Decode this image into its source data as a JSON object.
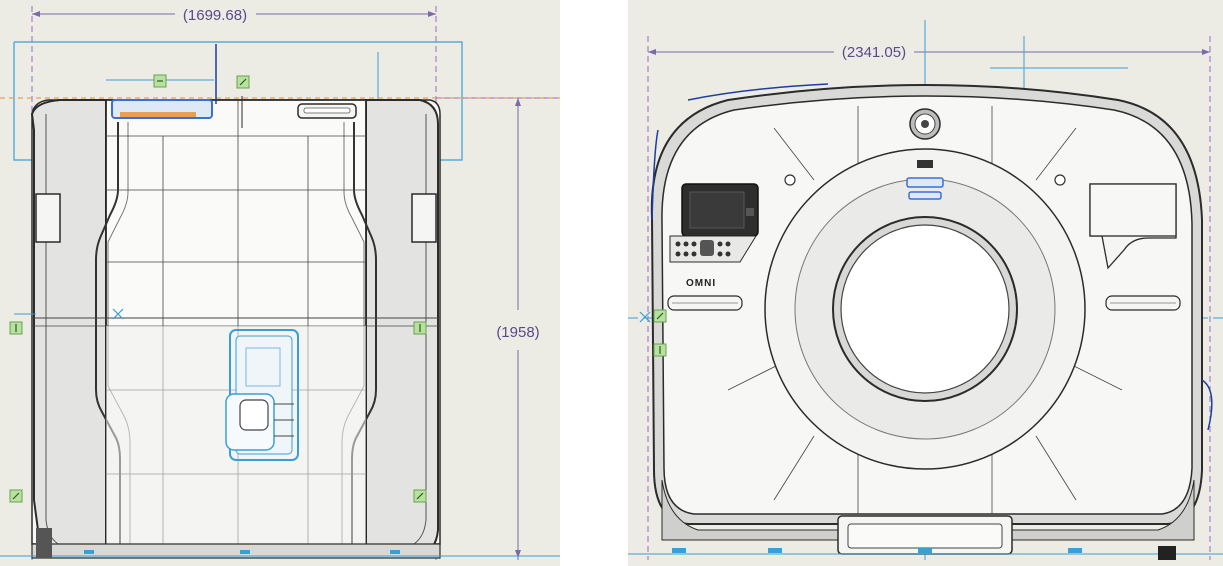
{
  "left_view": {
    "width_dimension": "(1699.68)",
    "height_dimension": "(1958)"
  },
  "right_view": {
    "width_dimension": "(2341.05)",
    "brand_label": "OMNI"
  },
  "colors": {
    "background": "#ecebe4",
    "dimension_text": "#5a4a8c",
    "sketch_blue": "#3a9fd6",
    "reference_orange": "#e8a050",
    "housing_outline": "#2b2b2b",
    "display_panel": "#2e2e2e",
    "annotation_green": "#b8e0a0"
  }
}
